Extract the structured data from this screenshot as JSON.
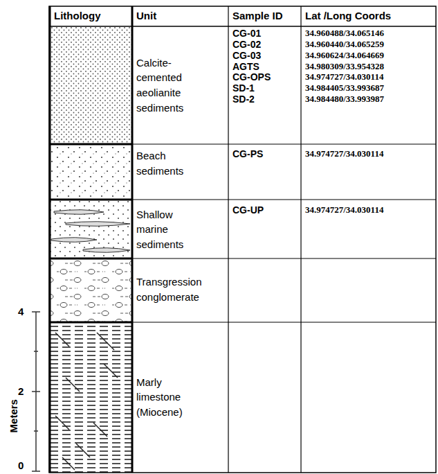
{
  "diagram": {
    "labels": [
      "Lithology",
      "Unit",
      "Sample ID",
      "Lat /Long Coords",
      "Calcite- cemented aeolianite sediments",
      "CG-01",
      "CG-02",
      "CG-03",
      "AGTS",
      "CG-OPS",
      "SD-1",
      "SD-2",
      "34.960488/34.065146",
      "34.960440/34.065259",
      "34.960624/34.064669",
      "34.980309/33.954328",
      "34.974727/34.030114",
      "34.984405/33.993687",
      "34.984480/33.993987",
      "Beach sediments",
      "CG-PS",
      "34.974727/34.030114",
      "Shallow marine sediments",
      "CG-UP",
      "34.974727/34.030114",
      "Transgression conglomerate",
      "Marly limestone (Miocene)",
      "4",
      "2",
      "0",
      "Meters"
    ]
  }
}
